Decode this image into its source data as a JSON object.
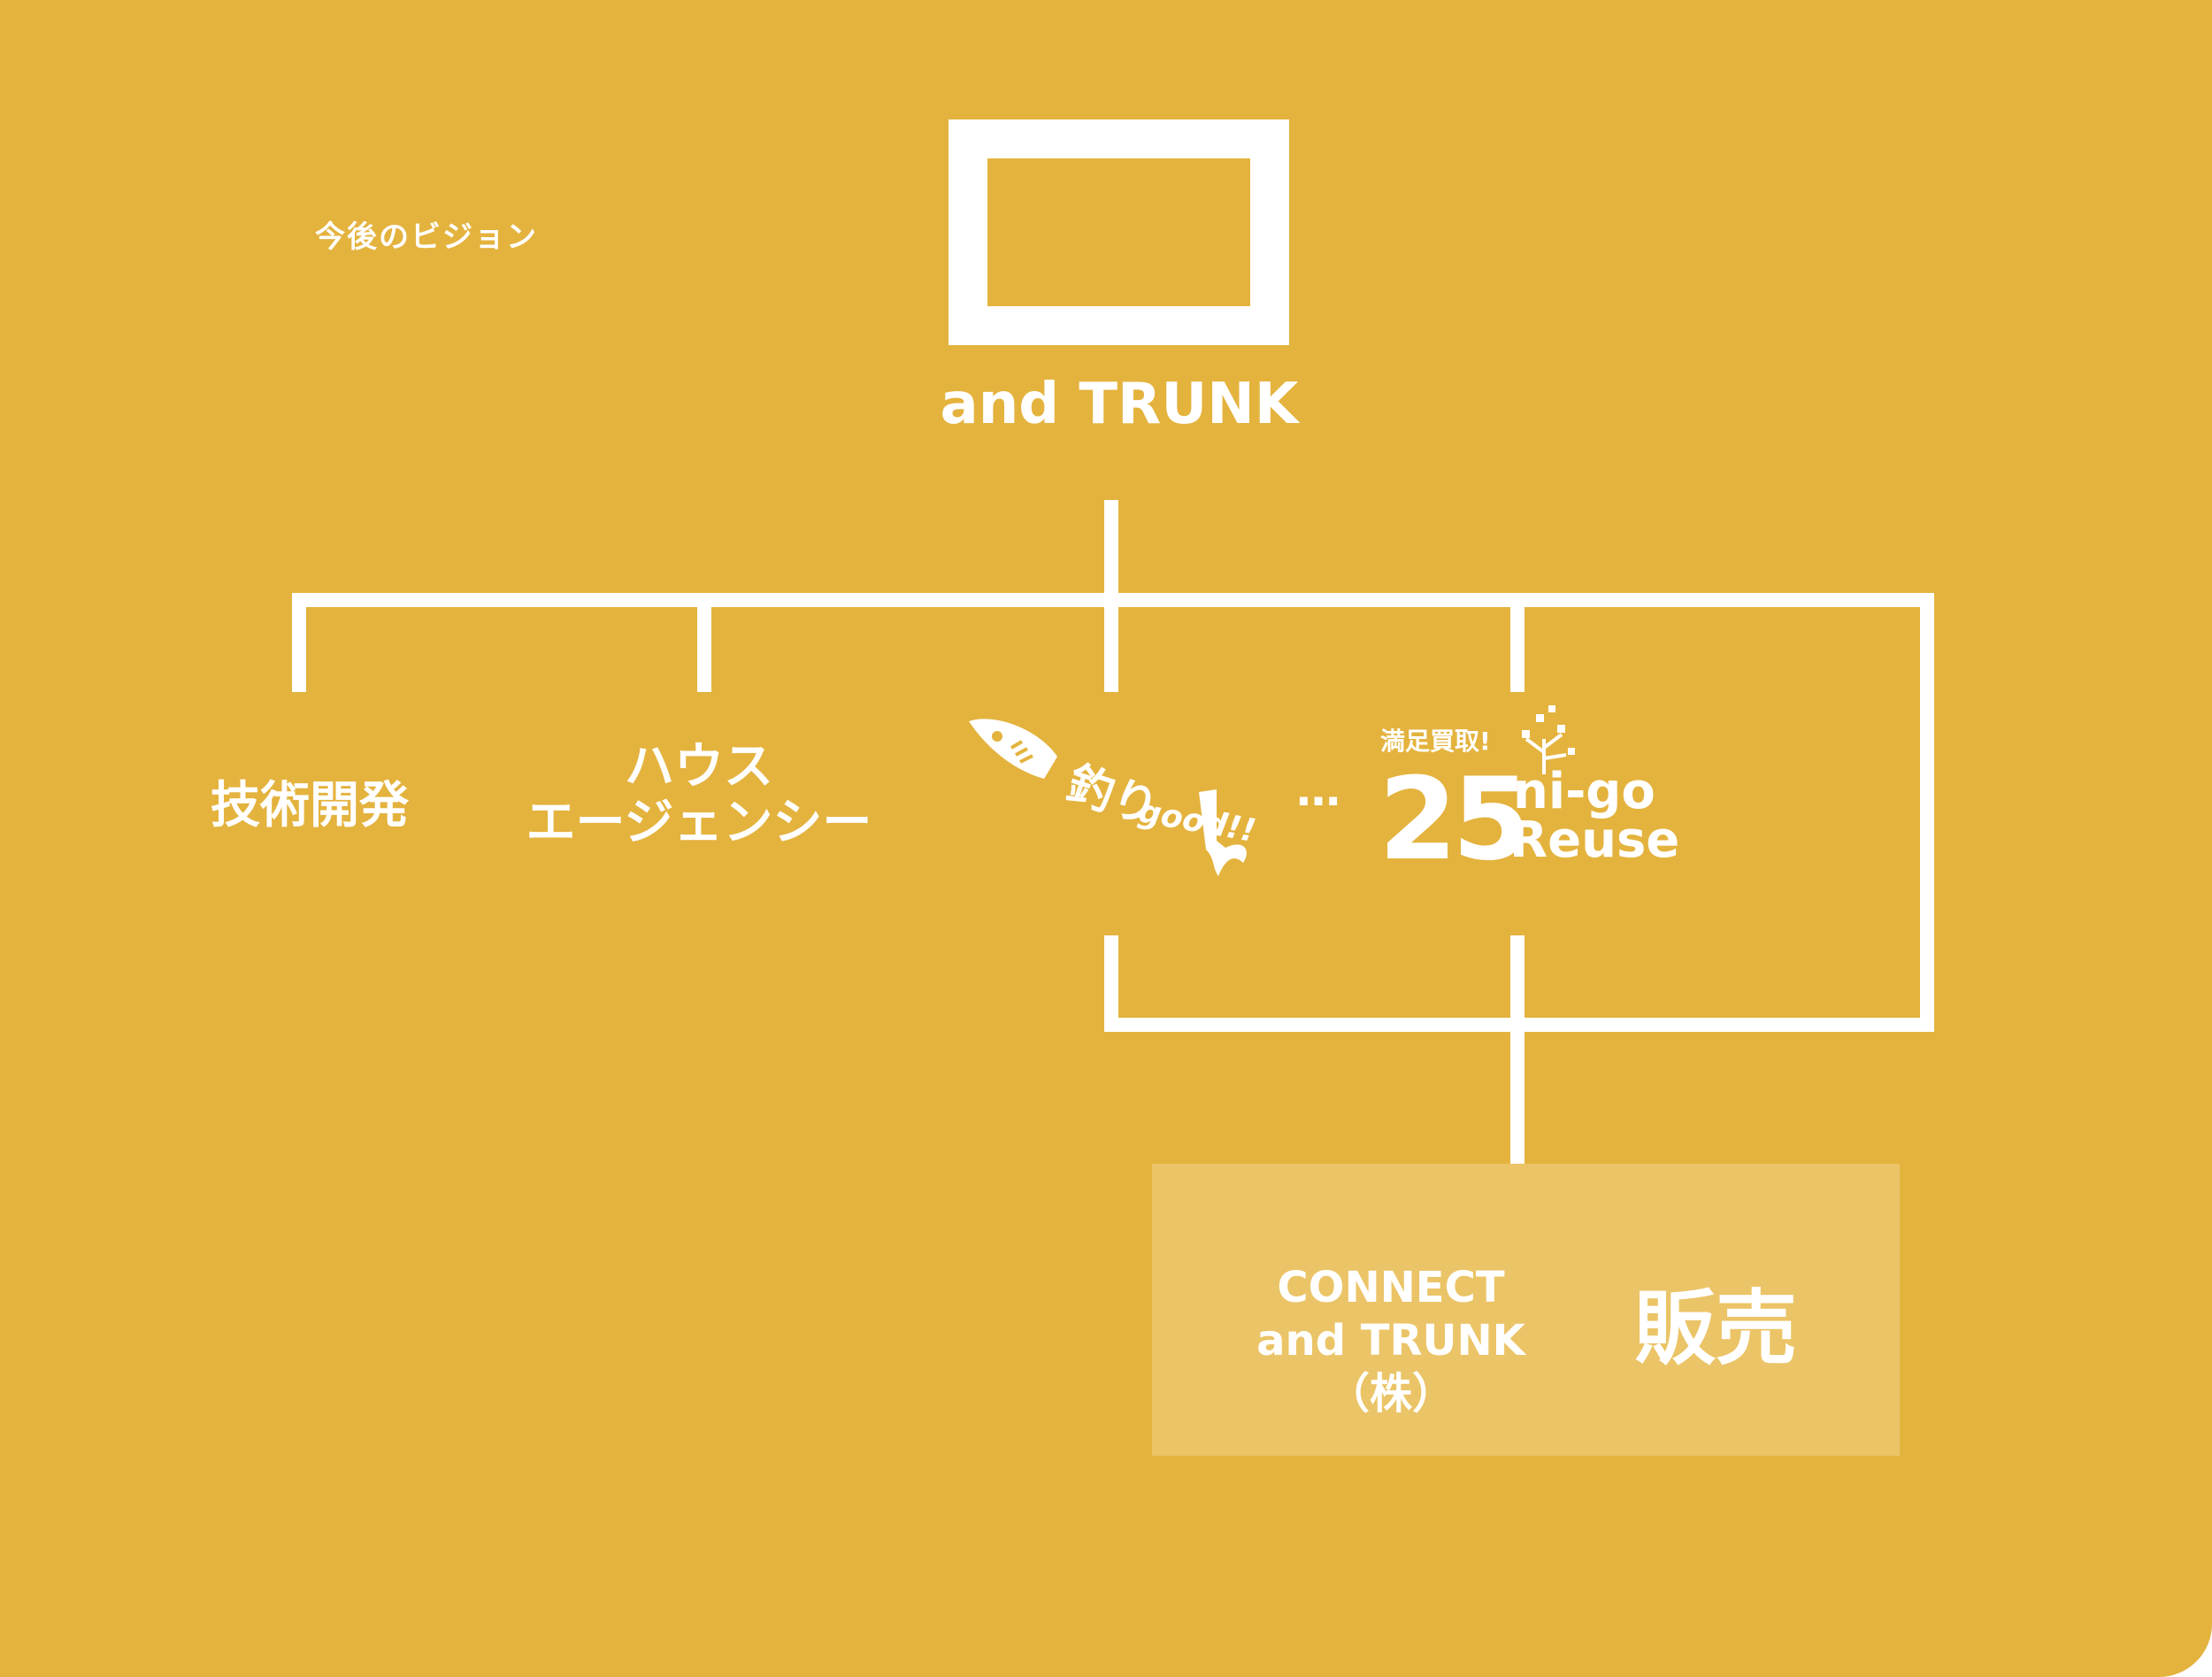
{
  "vision_title": "今後のビジョン",
  "company": {
    "name": "and TRUNK"
  },
  "branches": {
    "tech_dev": "技術開発",
    "house_agency": {
      "line1": "ハウス",
      "line2": "エージェンシー"
    },
    "tsuri_good": {
      "jp": "釣り",
      "en": "good!!"
    },
    "ellipsis": "…",
    "nigo_reuse": {
      "tagline": "満足買取!",
      "number": "25",
      "top": "ni-go",
      "bottom": "Reuse"
    }
  },
  "subsidiary": {
    "line1": "CONNECT",
    "line2": "and TRUNK（株）",
    "role": "販売"
  },
  "colors": {
    "background": "#E4B33E",
    "box": "#EBC467",
    "foreground": "#FFFFFF"
  }
}
